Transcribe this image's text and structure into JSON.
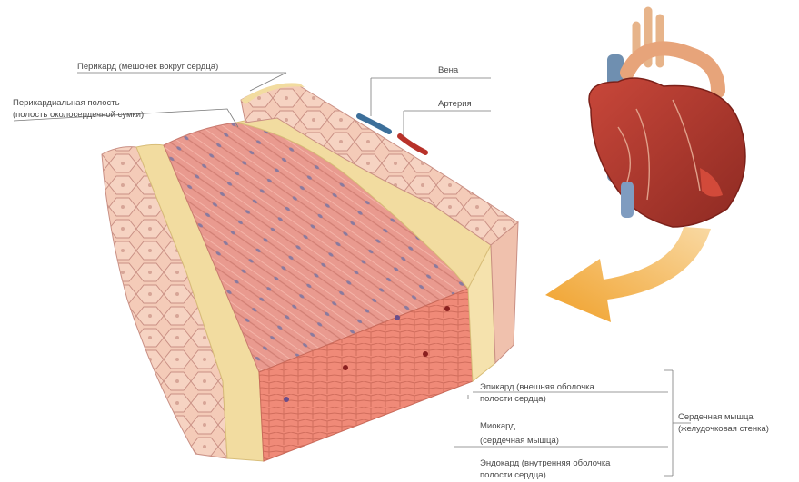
{
  "labels": {
    "pericardium": "Перикард (мешочек вокруг сердца)",
    "pericardial_cavity_line1": "Перикардиальная полость",
    "pericardial_cavity_line2": "(полость околосердечной сумки)",
    "vein": "Вена",
    "artery": "Артерия",
    "epicardium_line1": "Эпикард (внешняя оболочка",
    "epicardium_line2": "полости сердца)",
    "myocardium_line1": "Миокард",
    "myocardium_line2": "(сердечная мышца)",
    "endocardium_line1": "Эндокард (внутренняя оболочка",
    "endocardium_line2": "полости сердца)",
    "heart_muscle_line1": "Сердечная мышца",
    "heart_muscle_line2": "(желудочковая стенка)"
  },
  "colors": {
    "background": "#ffffff",
    "muscle": "#e99a8f",
    "muscle_front": "#f08a78",
    "fat": "#f2dca0",
    "pericardium_cells": "#f4cbb8",
    "cell_outline": "#c98f84",
    "nucleus": "#8a7a9e",
    "vein": "#3c6f9a",
    "artery": "#b8322a",
    "heart": "#b23a2e",
    "arrow": "#f2a534",
    "leader_line": "#7a7a7a"
  },
  "icons": [
    "heart-illustration",
    "pointer-arrow",
    "tissue-block"
  ]
}
